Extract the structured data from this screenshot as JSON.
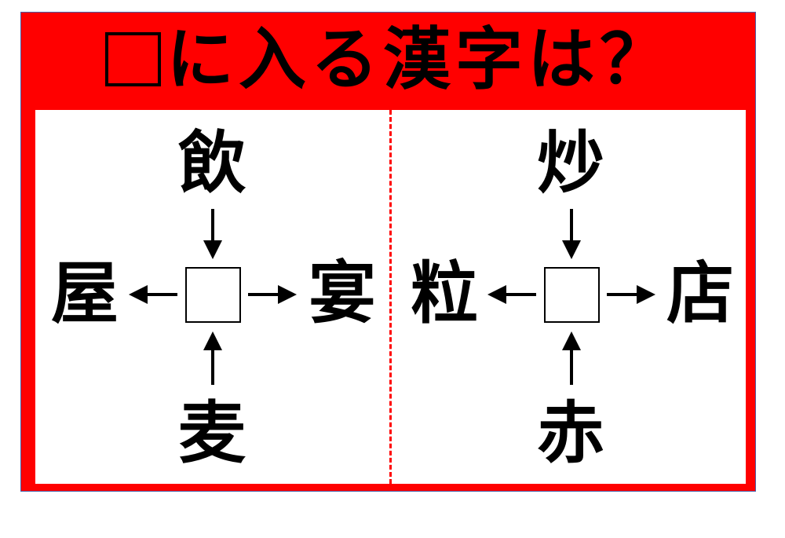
{
  "title": {
    "text": "に入る漢字は？",
    "blank_symbol": "□"
  },
  "colors": {
    "frame": "#ff0000",
    "divider": "#ff0000",
    "text": "#000000"
  },
  "puzzles": [
    {
      "top": "飲",
      "left": "屋",
      "right": "宴",
      "bottom": "麦"
    },
    {
      "top": "炒",
      "left": "粒",
      "right": "店",
      "bottom": "赤"
    }
  ]
}
